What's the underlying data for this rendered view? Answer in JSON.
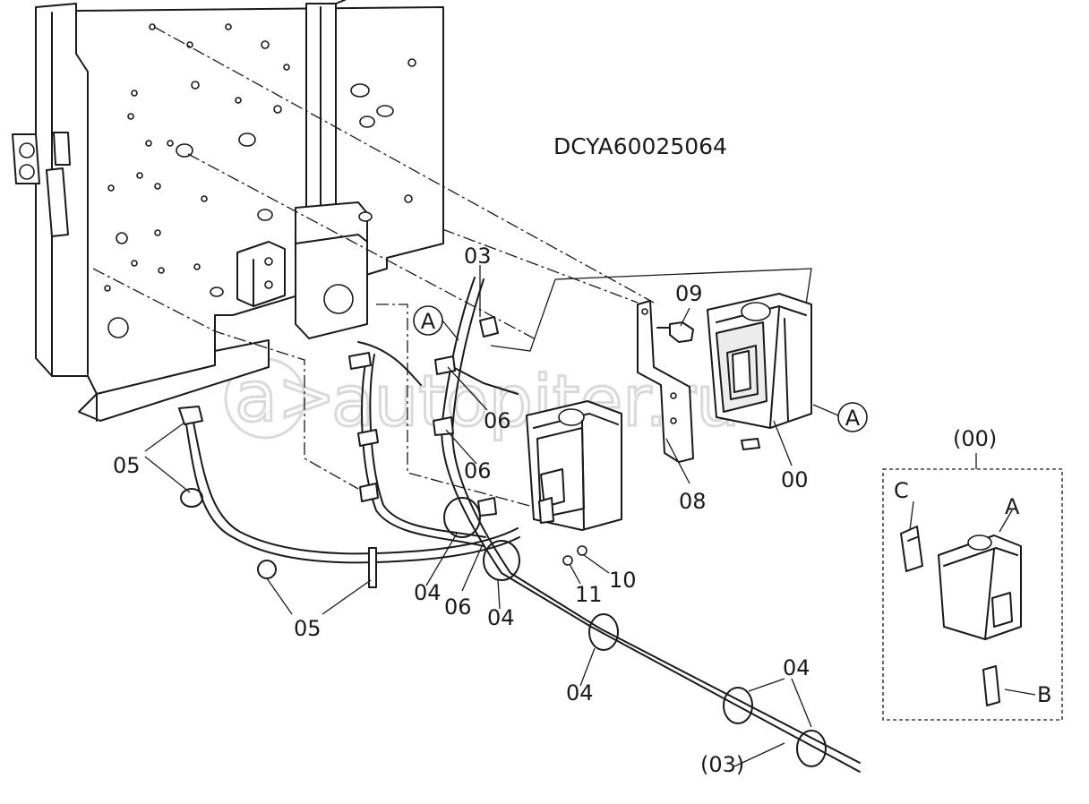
{
  "drawing_code": "DCYA60025064",
  "watermark": "autopiter.ru",
  "watermark_mark": "a>",
  "inset_title": "(00)",
  "circle_marks": [
    "A",
    "A"
  ],
  "labels": {
    "p03": "03",
    "p03_paren": "(03)",
    "p09": "09",
    "p00": "00",
    "p08": "08",
    "p10": "10",
    "p11": "11",
    "p06a": "06",
    "p06b": "06",
    "p06c": "06",
    "p05a": "05",
    "p05b": "05",
    "p04a": "04",
    "p04b": "04",
    "p04c": "04",
    "p04d": "04",
    "inset_a": "A",
    "inset_b": "B",
    "inset_c": "C"
  }
}
